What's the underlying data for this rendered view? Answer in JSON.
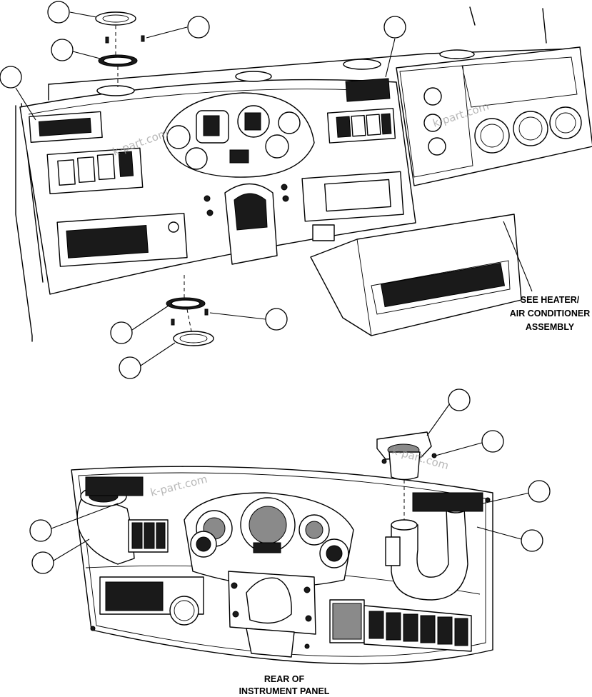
{
  "labels": {
    "heater_line1": "SEE HEATER/",
    "heater_line2": "AIR CONDITIONER",
    "heater_line3": "ASSEMBLY",
    "rear_line1": "REAR OF",
    "rear_line2": "INSTRUMENT PANEL"
  },
  "watermark": "k-part.com"
}
